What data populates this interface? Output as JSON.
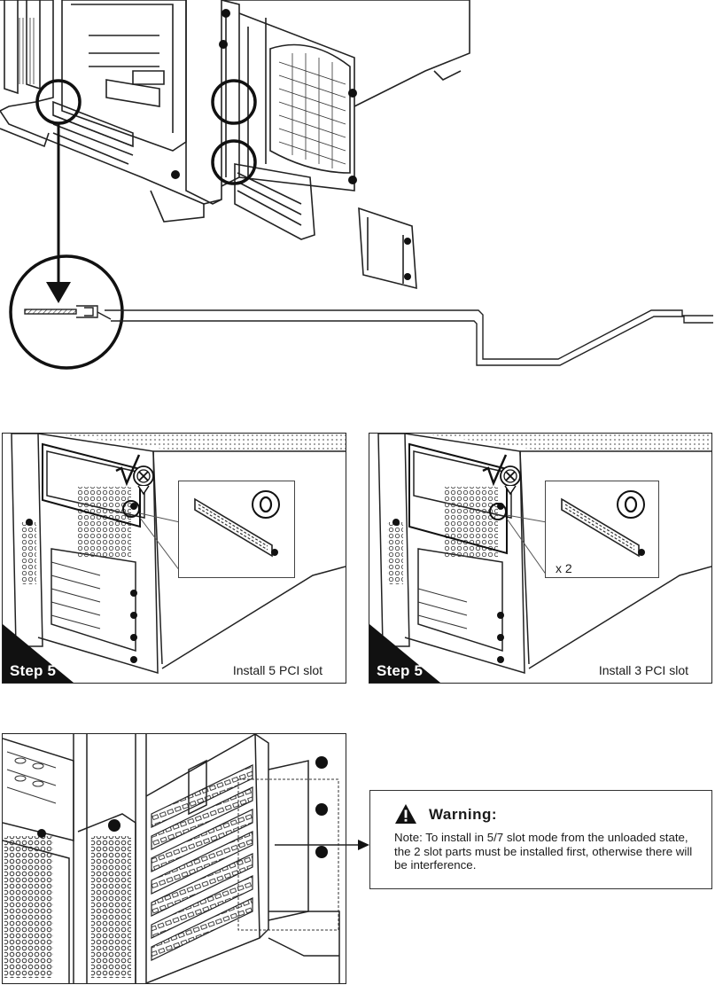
{
  "panels": [
    {
      "step": "Step 5",
      "caption": "Install 5 PCI slot",
      "quantity": ""
    },
    {
      "step": "Step 5",
      "caption": "Install 3 PCI slot",
      "quantity": "x 2"
    }
  ],
  "warning": {
    "title": "Warning:",
    "text": "Note: To install in 5/7 slot mode from the unloaded state, the 2 slot parts must be installed first, otherwise there will be interference."
  },
  "icons": [
    "check-mark-icon",
    "screw-remove-icon",
    "screw-keep-icon",
    "warning-triangle-icon",
    "arrow-right-icon"
  ]
}
